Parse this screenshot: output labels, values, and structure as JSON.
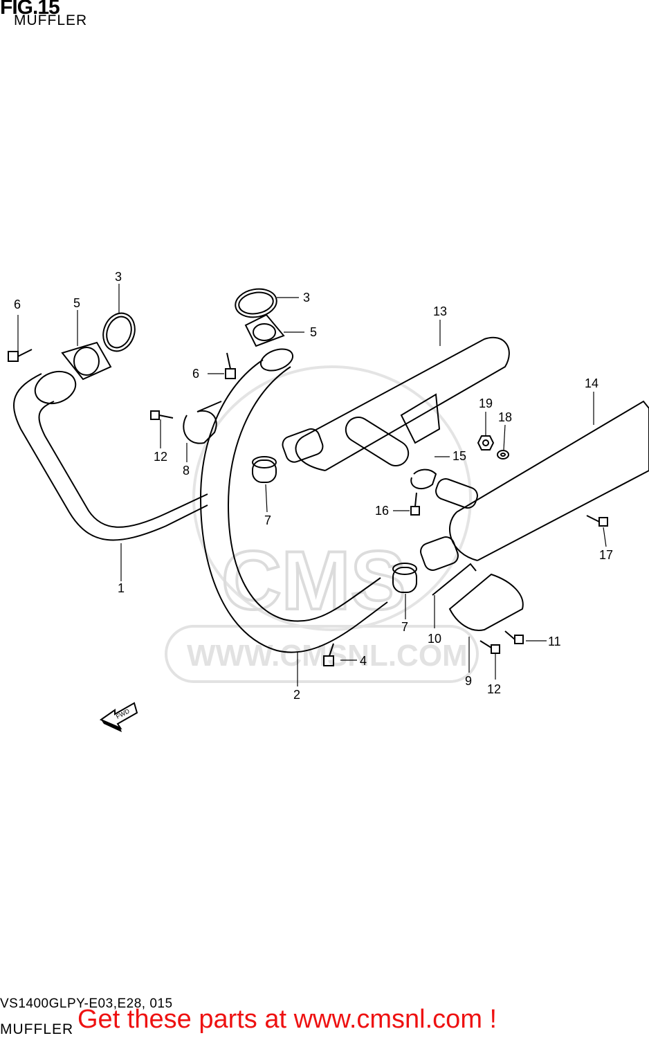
{
  "header": {
    "figure": "FIG.15",
    "title": "MUFFLER"
  },
  "footer": {
    "model_code": "VS1400GLPY-E03,E28, 015",
    "label": "MUFFLER",
    "promo": "Get these parts at www.cmsnl.com !"
  },
  "watermark": {
    "logo": "CMS",
    "url": "WWW.CMSNL.COM"
  },
  "direction_arrow": "FWD",
  "callouts": [
    "1",
    "2",
    "3",
    "3",
    "4",
    "5",
    "5",
    "6",
    "6",
    "7",
    "7",
    "8",
    "9",
    "10",
    "11",
    "12",
    "12",
    "13",
    "14",
    "15",
    "16",
    "17",
    "18",
    "19"
  ],
  "colors": {
    "line": "#000000",
    "watermark": "#dcdcdc",
    "promo": "#ee1111"
  }
}
